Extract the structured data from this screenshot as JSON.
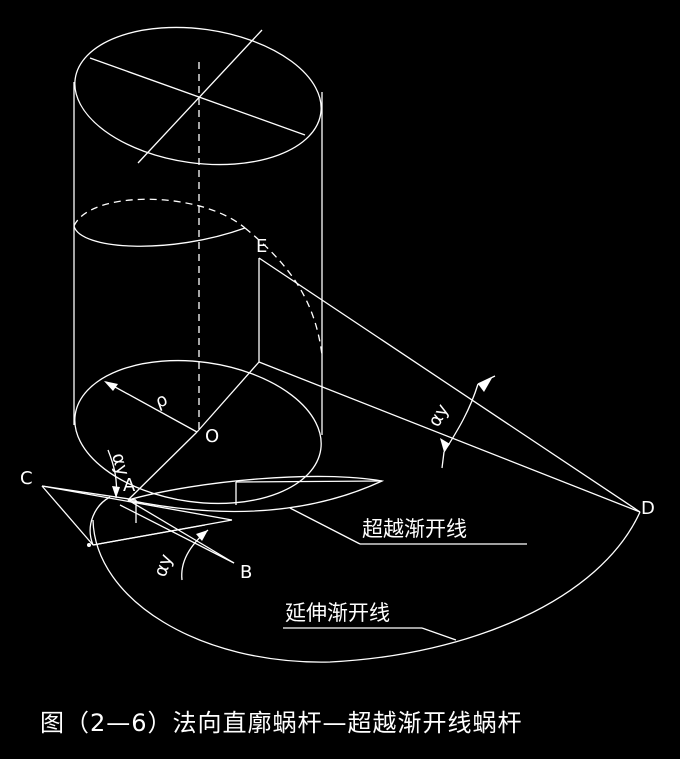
{
  "caption": "图（2—6）法向直廓蜗杆—超越渐开线蜗杆",
  "points": {
    "A": "A",
    "B": "B",
    "C": "C",
    "D": "D",
    "E": "E",
    "O": "O"
  },
  "symbols": {
    "rho": "ρ",
    "alpha_top": "αy",
    "alpha_right": "αy",
    "alpha_bottom": "αy"
  },
  "annotations": {
    "super_involute": "超越渐开线",
    "extended_involute": "延伸渐开线"
  },
  "colors": {
    "background": "#000000",
    "stroke": "#ffffff"
  }
}
